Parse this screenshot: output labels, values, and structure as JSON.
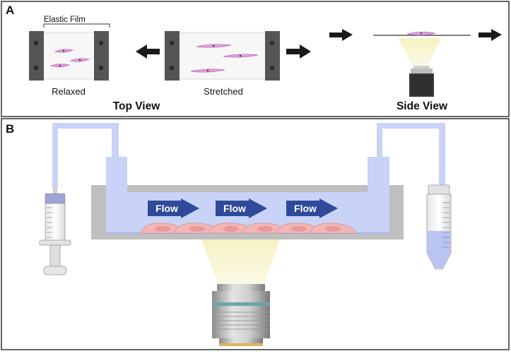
{
  "panel_a": {
    "letter": "A",
    "film_label": "Elastic Film",
    "relaxed_label": "Relaxed",
    "stretched_label": "Stretched",
    "top_view_label": "Top View",
    "side_view_label": "Side View"
  },
  "panel_b": {
    "letter": "B",
    "flow_labels": [
      "Flow",
      "Flow",
      "Flow"
    ]
  },
  "colors": {
    "frame": "#333333",
    "clamp": "#555555",
    "cell_fill": "#e7a3e3",
    "cell_stroke": "#b266b0",
    "fluid": "#c8d3f7",
    "chamber": "#bfbfbf",
    "flow_arrow": "#2f4a9a",
    "light_cone": "#f7f3cf",
    "tissue": "#f2b6b6"
  },
  "icons": [
    "syringe-icon",
    "conical-tube-icon",
    "objective-lens-icon",
    "camera-objective-icon",
    "left-arrow-icon",
    "right-arrow-icon"
  ]
}
